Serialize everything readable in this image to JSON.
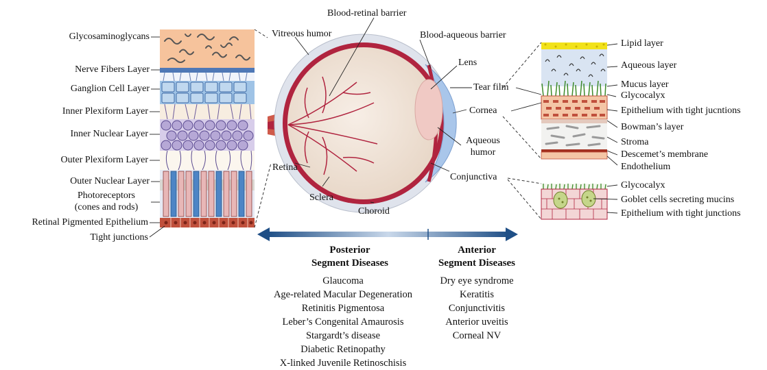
{
  "retina_layers": {
    "glycosaminoglycans": "Glycosaminoglycans",
    "nerve_fibers": "Nerve Fibers Layer",
    "ganglion_cell": "Ganglion Cell Layer",
    "inner_plexiform": "Inner Plexiform Layer",
    "inner_nuclear": "Inner Nuclear Layer",
    "outer_plexiform": "Outer Plexiform Layer",
    "outer_nuclear": "Outer Nuclear Layer",
    "photoreceptors_1": "Photoreceptors",
    "photoreceptors_2": "(cones and rods)",
    "rpe": "Retinal Pigmented Epithelium",
    "tight_junctions": "Tight junctions"
  },
  "eye": {
    "blood_retinal_barrier": "Blood-retinal barrier",
    "vitreous_humor": "Vitreous humor",
    "blood_aqueous_barrier": "Blood-aqueous barrier",
    "lens": "Lens",
    "tear_film": "Tear film",
    "cornea": "Cornea",
    "aqueous_humor_1": "Aqueous",
    "aqueous_humor_2": "humor",
    "retina": "Retina",
    "sclera": "Sclera",
    "choroid": "Choroid",
    "conjunctiva": "Conjunctiva"
  },
  "cornea_layers": {
    "lipid": "Lipid layer",
    "aqueous": "Aqueous layer",
    "mucus": "Mucus layer",
    "glycocalyx": "Glycocalyx",
    "epithelium": "Epithelium with tight jucntions",
    "bowman": "Bowman’s layer",
    "stroma": "Stroma",
    "descemet": "Descemet’s membrane",
    "endothelium": "Endothelium"
  },
  "conjunctiva_layers": {
    "glycocalyx": "Glycocalyx",
    "goblet": "Goblet cells secreting mucins",
    "epithelium": "Epithelium with tight junctions"
  },
  "diseases": {
    "posterior_title_1": "Posterior",
    "posterior_title_2": "Segment Diseases",
    "anterior_title_1": "Anterior",
    "anterior_title_2": "Segment Diseases",
    "posterior": [
      "Glaucoma",
      "Age-related Macular Degeneration",
      "Retinitis Pigmentosa",
      "Leber’s Congenital Amaurosis",
      "Stargardt’s disease",
      "Diabetic Retinopathy",
      "X-linked Juvenile Retinoschisis"
    ],
    "anterior": [
      "Dry eye syndrome",
      "Keratitis",
      "Conjunctivitis",
      "Anterior uveitis",
      "Corneal NV"
    ]
  },
  "colors": {
    "gag_block": "#f6c39c",
    "ganglion": "#9fc3e6",
    "inner_nuclear": "#b6a8d6",
    "rpe": "#c0503c",
    "sclera": "#dfe3ec",
    "choroid": "#b0243f",
    "lens": "#f0c9c4",
    "cornea": "#a9c6ea",
    "lipid": "#f2e21a",
    "arrow": "#2f5f95"
  }
}
